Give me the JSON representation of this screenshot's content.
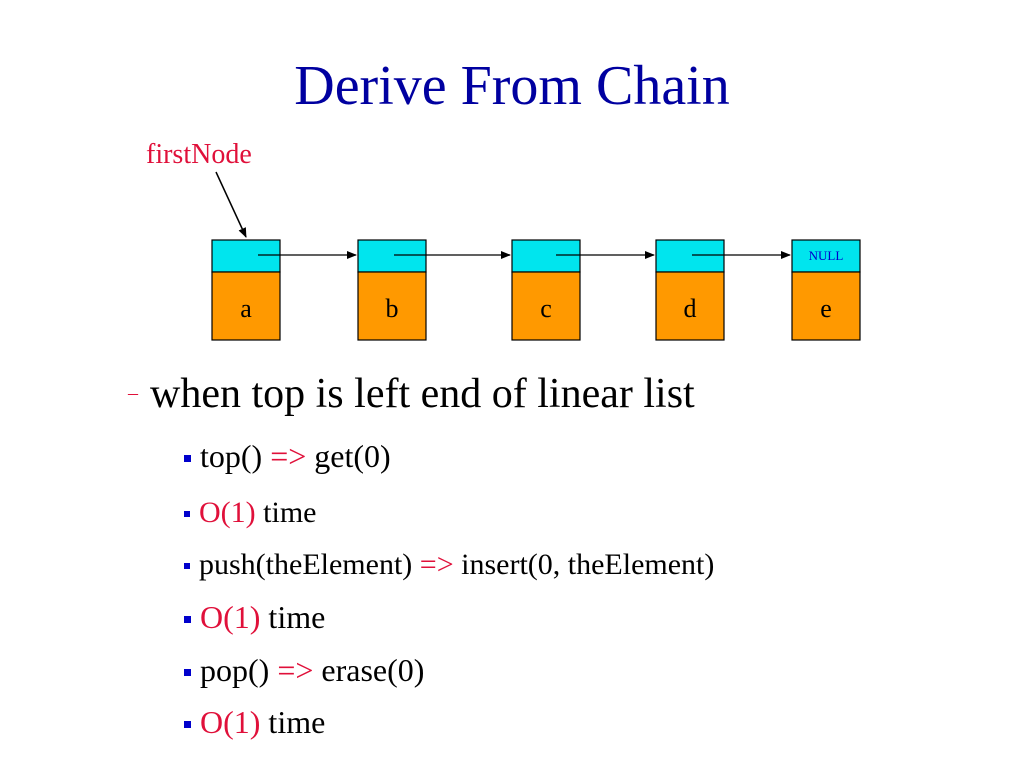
{
  "slide": {
    "title": "Derive From Chain",
    "pointer_label": "firstNode",
    "null_label": "NULL",
    "nodes": [
      "a",
      "b",
      "c",
      "d",
      "e"
    ],
    "main_bullet_dash": "–",
    "main_bullet": "when top is left end of linear list",
    "sub_bullets": [
      {
        "left": "top()",
        "arrow": "=>",
        "right": "get(0)"
      },
      {
        "left": "O(1)",
        "right": "time"
      },
      {
        "left": "push(theElement)",
        "arrow": "=>",
        "right": "insert(0, theElement)"
      },
      {
        "left": "O(1)",
        "right": "time"
      },
      {
        "left": "pop()",
        "arrow": "=>",
        "right": "erase(0)"
      },
      {
        "left": "O(1)",
        "right": "time"
      }
    ]
  },
  "colors": {
    "title": "#0000a0",
    "accent_red": "#e0103a",
    "node_top": "#00e5ee",
    "node_bottom": "#ff9900",
    "bullet_square": "#0000cc"
  }
}
